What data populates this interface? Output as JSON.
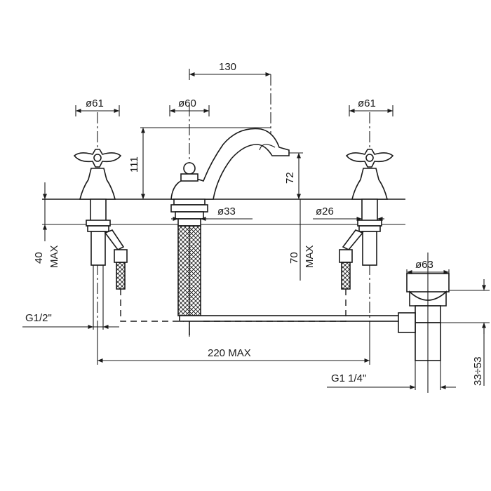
{
  "dimensions": {
    "spout_reach": "130",
    "handle_left_dia": "ø61",
    "spout_base_dia": "ø60",
    "handle_right_dia": "ø61",
    "spout_height": "111",
    "outlet_height": "72",
    "tail_dia": "ø33",
    "valve_tail_dia": "ø26",
    "deck_left_max": "40\nMAX",
    "deck_right_max": "70\nMAX",
    "inlet_thread": "G1/2\"",
    "spread_max": "220  MAX",
    "waste_dia": "ø63",
    "waste_thread": "G1  1/4\"",
    "waste_range": "33÷53"
  },
  "colors": {
    "line": "#1a1a1a",
    "background": "#ffffff"
  }
}
